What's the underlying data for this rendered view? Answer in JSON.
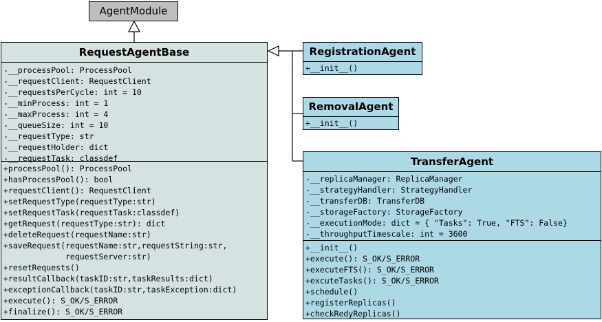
{
  "colors": {
    "base_fill": "#d5e2e1",
    "agent_fill": "#add8e6",
    "module_fill": "#bebebe"
  },
  "agent_module": {
    "name": "AgentModule"
  },
  "request_agent_base": {
    "name": "RequestAgentBase",
    "attributes": [
      "-__processPool: ProcessPool",
      "-__requestClient: RequestClient",
      "-__requestsPerCycle: int = 10",
      "-__minProcess: int = 1",
      "-__maxProcess: int = 4",
      "-__queueSize: int = 10",
      "-__requestType: str",
      "-__requestHolder: dict",
      "-__requestTask: classdef"
    ],
    "methods": [
      "+processPool(): ProcessPool",
      "+hasProcessPool(): bool",
      "+requestClient(): RequestClient",
      "+setRequestType(requestType:str)",
      "+setRequestTask(requestTask:classdef)",
      "+getRequest(requestType:str): dict",
      "+deleteRequest(requestName:str)",
      "+saveRequest(requestName:str,requestString:str,",
      "             requestServer:str)",
      "+resetRequests()",
      "+resultCallback(taskID:str,taskResults:dict)",
      "+exceptionCallback(taskID:str,taskException:dict)",
      "+execute(): S_OK/S_ERROR",
      "+finalize(): S_OK/S_ERROR"
    ]
  },
  "registration_agent": {
    "name": "RegistrationAgent",
    "methods": [
      "+__init__()"
    ]
  },
  "removal_agent": {
    "name": "RemovalAgent",
    "methods": [
      "+__init__()"
    ]
  },
  "transfer_agent": {
    "name": "TransferAgent",
    "attributes": [
      "-__replicaManager: ReplicaManager",
      "-__strategyHandler: StrategyHandler",
      "-__transferDB: TransferDB",
      "-__storageFactory: StorageFactory",
      "-__executionMode: dict = { \"Tasks\": True, \"FTS\": False}",
      "-__throughputTimescale: int = 3600"
    ],
    "methods": [
      "+__init__()",
      "+execute(): S_OK/S_ERROR",
      "+executeFTS(): S_OK/S_ERROR",
      "+excuteTasks(): S_OK/S_ERROR",
      "+schedule()",
      "+registerReplicas()",
      "+checkRedyReplicas()"
    ]
  }
}
